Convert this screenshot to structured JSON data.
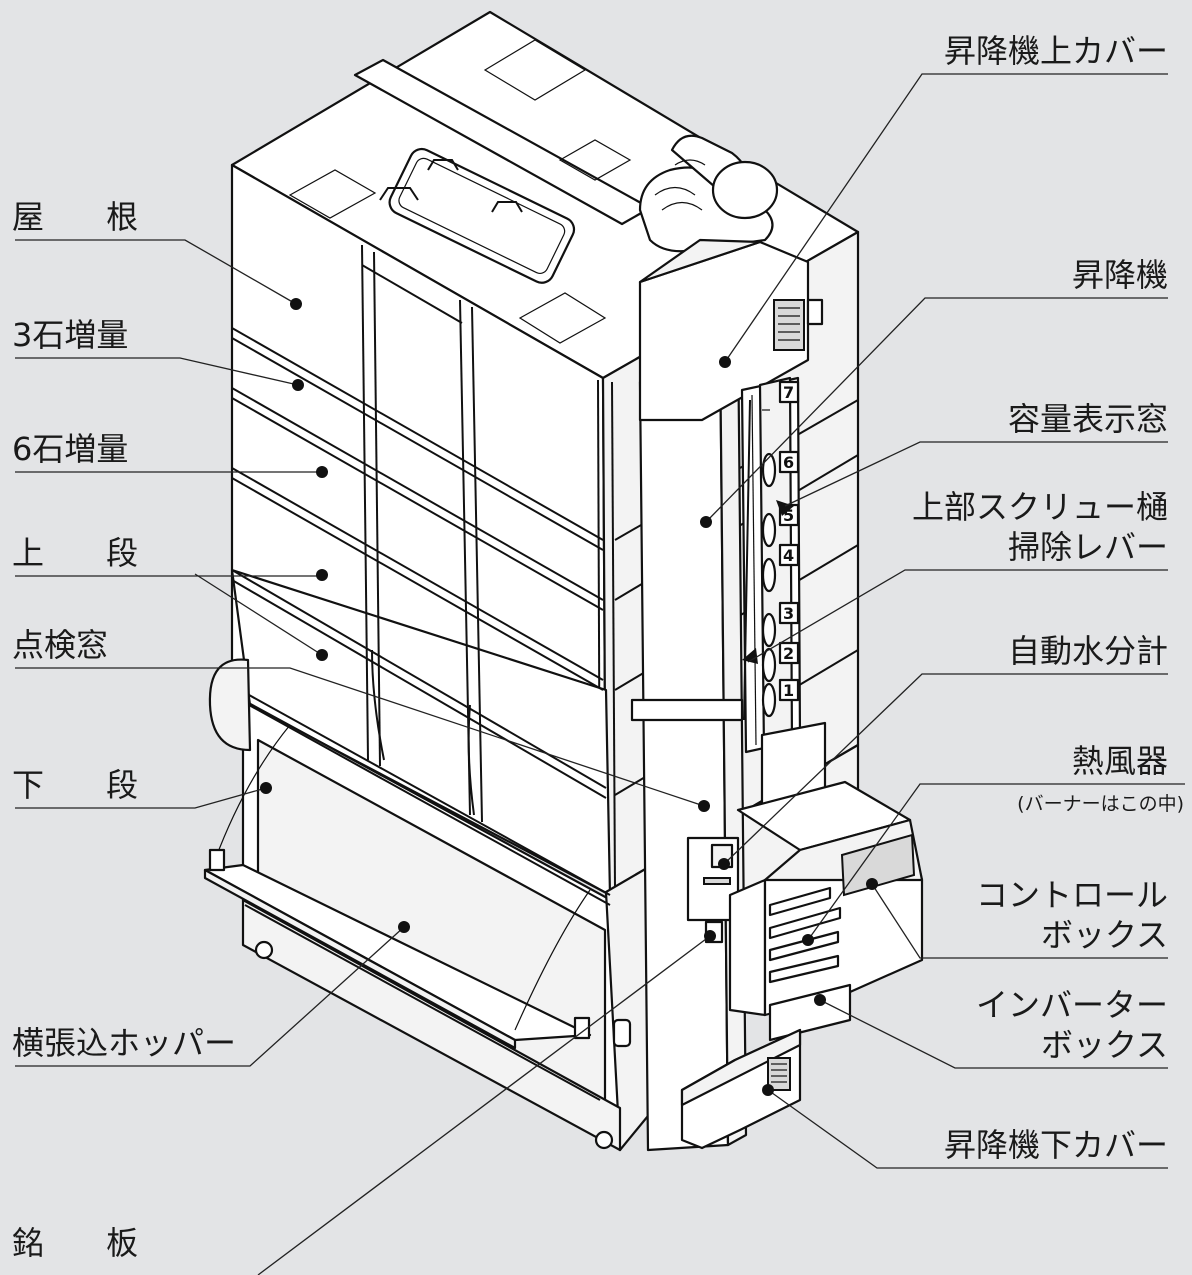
{
  "labels": {
    "roof": "屋 根",
    "add3": "3石増量",
    "add6": "6石増量",
    "upper": "上 段",
    "inspect": "点検窓",
    "lower": "下 段",
    "hopper": "横張込ホッパー",
    "nameplate": "銘 板",
    "elev_top": "昇降機上カバー",
    "elevator": "昇降機",
    "capacity": "容量表示窓",
    "screw_1": "上部スクリュー樋",
    "screw_2": "掃除レバー",
    "moisture": "自動水分計",
    "heater": "熱風器",
    "heater_note": "(バーナーはこの中)",
    "control_1": "コントロール",
    "control_2": "ボックス",
    "inverter_1": "インバーター",
    "inverter_2": "ボックス",
    "elev_bottom": "昇降機下カバー"
  },
  "capacity_numbers": [
    "7",
    "6",
    "5",
    "4",
    "3",
    "2",
    "1"
  ]
}
